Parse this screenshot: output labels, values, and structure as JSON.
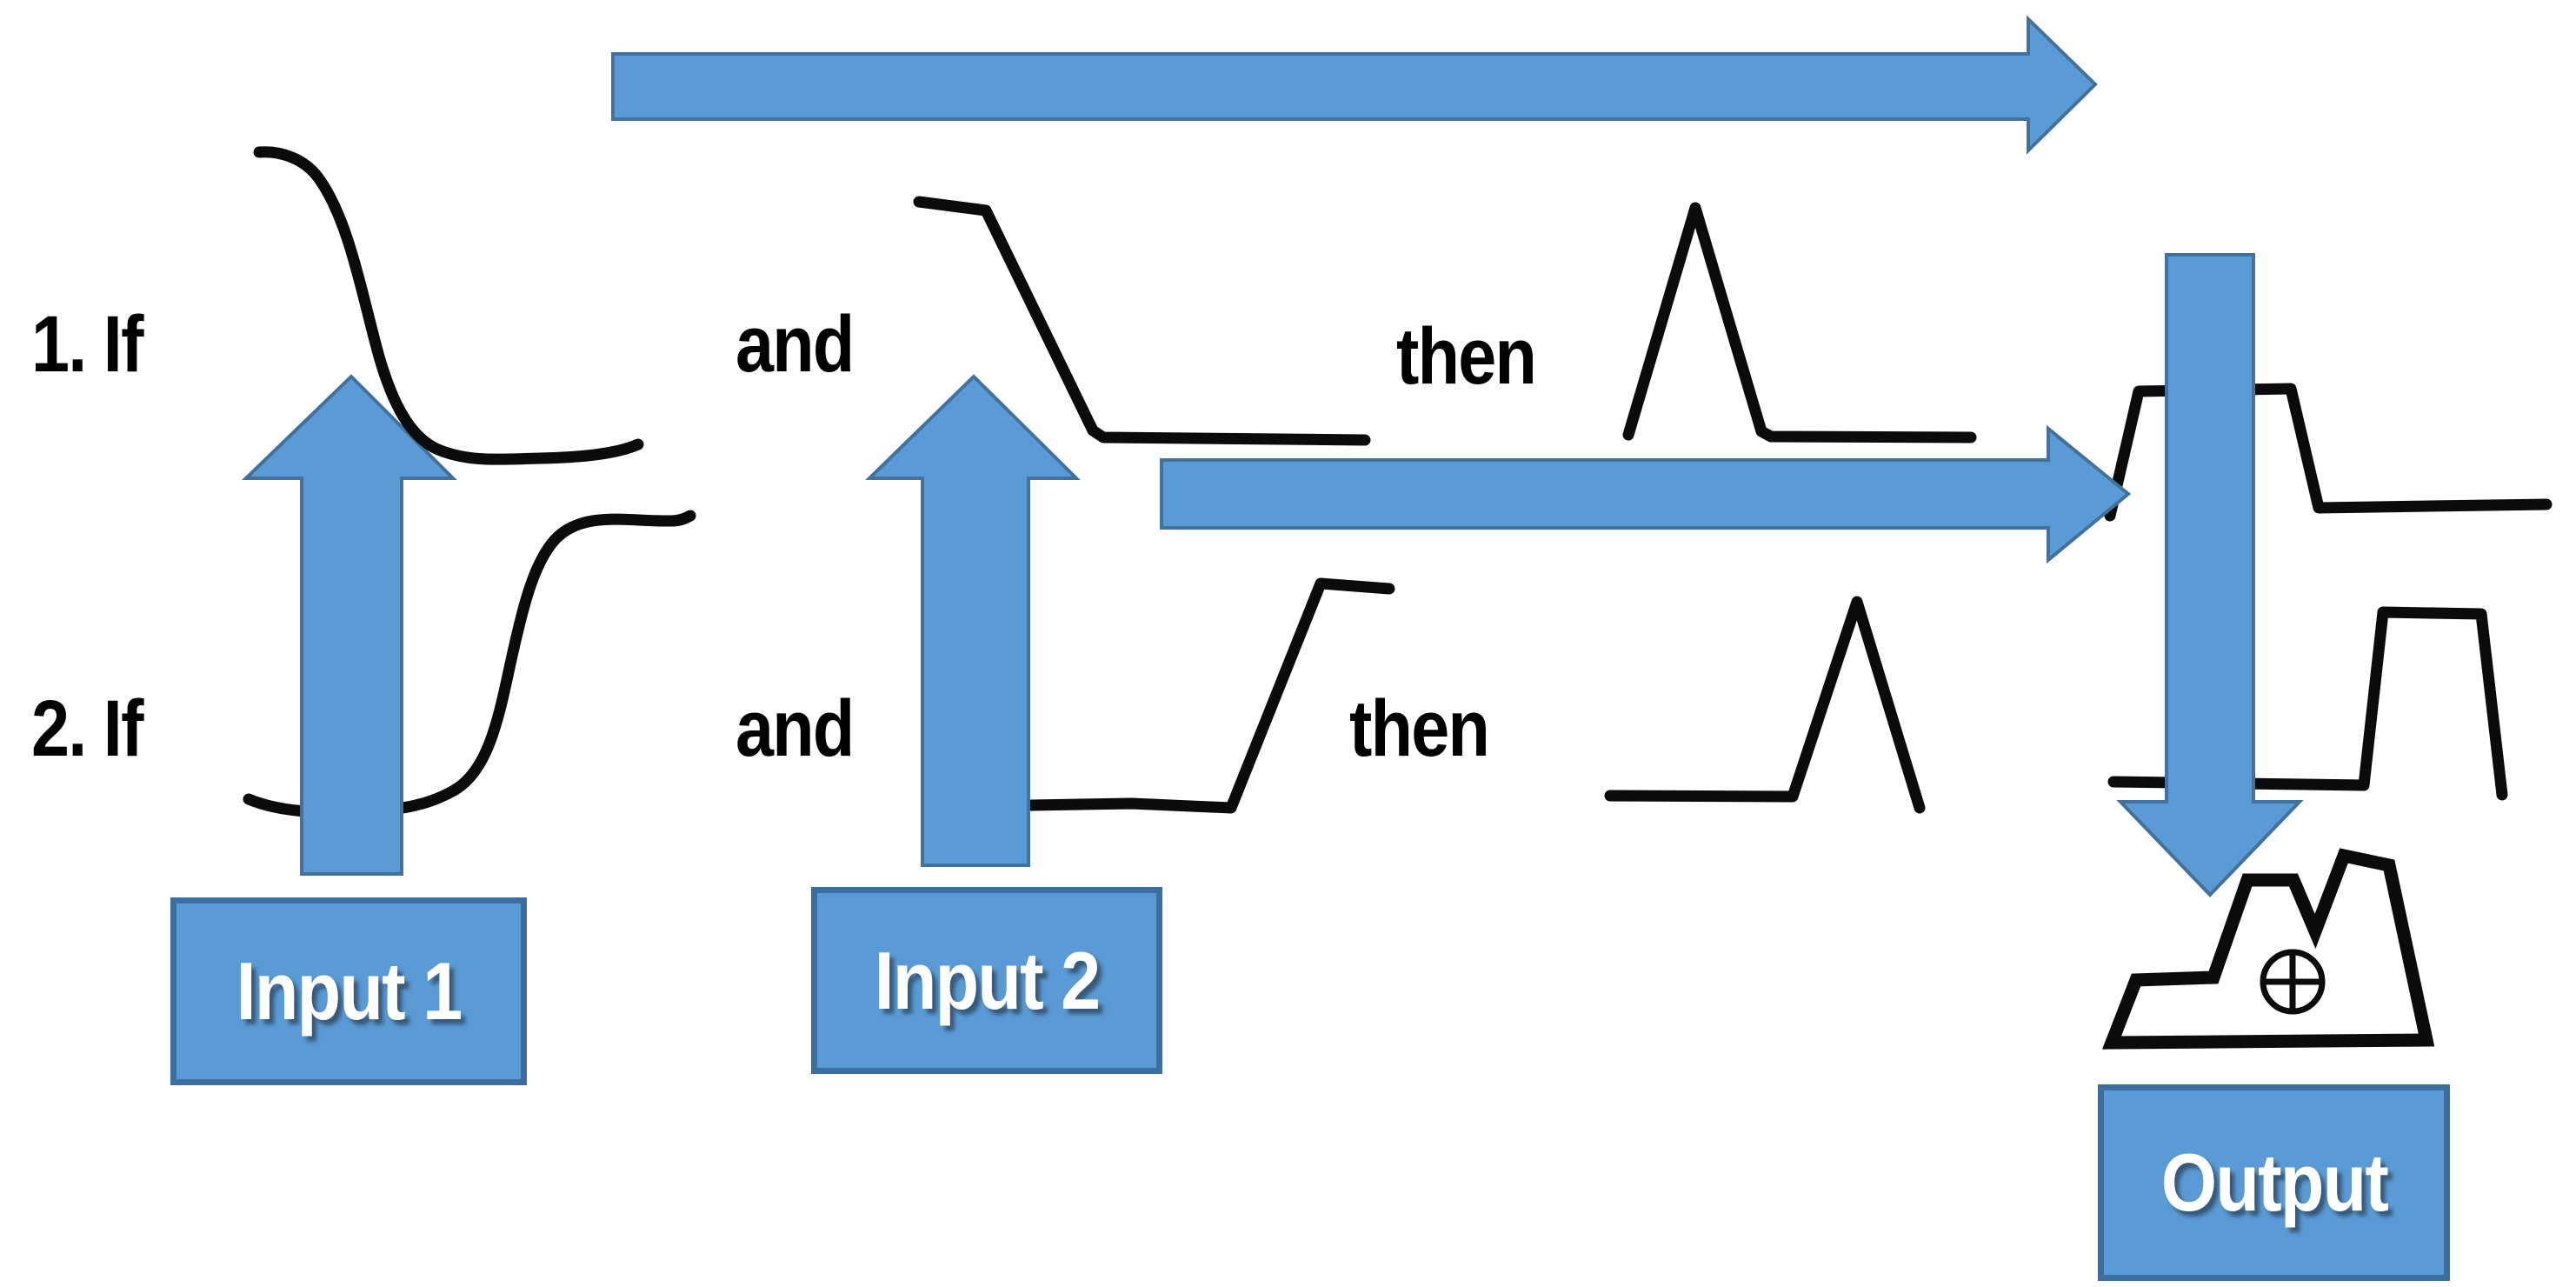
{
  "diagram": {
    "type": "fuzzy-inference-diagram",
    "rules": [
      {
        "index_label": "1. If",
        "and_label": "and",
        "then_label": "then"
      },
      {
        "index_label": "2. If",
        "and_label": "and",
        "then_label": "then"
      }
    ],
    "inputs": [
      {
        "label": "Input 1"
      },
      {
        "label": "Input 2"
      }
    ],
    "output": {
      "label": "Output",
      "aggregation_symbol": "⊕"
    },
    "icons": [
      "sigmoid-high-to-low-curve",
      "ramp-down-curve",
      "triangle-peak-curve",
      "clipped-trapezoid-curve",
      "sigmoid-low-to-high-curve",
      "ramp-up-curve",
      "small-triangle-peak-curve",
      "clipped-trapezoid-tall-curve",
      "aggregated-output-shape",
      "xor-circle-icon",
      "up-arrow",
      "right-arrow",
      "down-arrow"
    ],
    "colors": {
      "arrow_fill": "#5b9bd5",
      "arrow_border": "#41719c",
      "box_fill": "#5b9bd5",
      "box_border": "#3c6e9f",
      "line": "#0b0b0b",
      "background": "#ffffff",
      "box_text": "#ffffff",
      "text": "#000000"
    }
  }
}
